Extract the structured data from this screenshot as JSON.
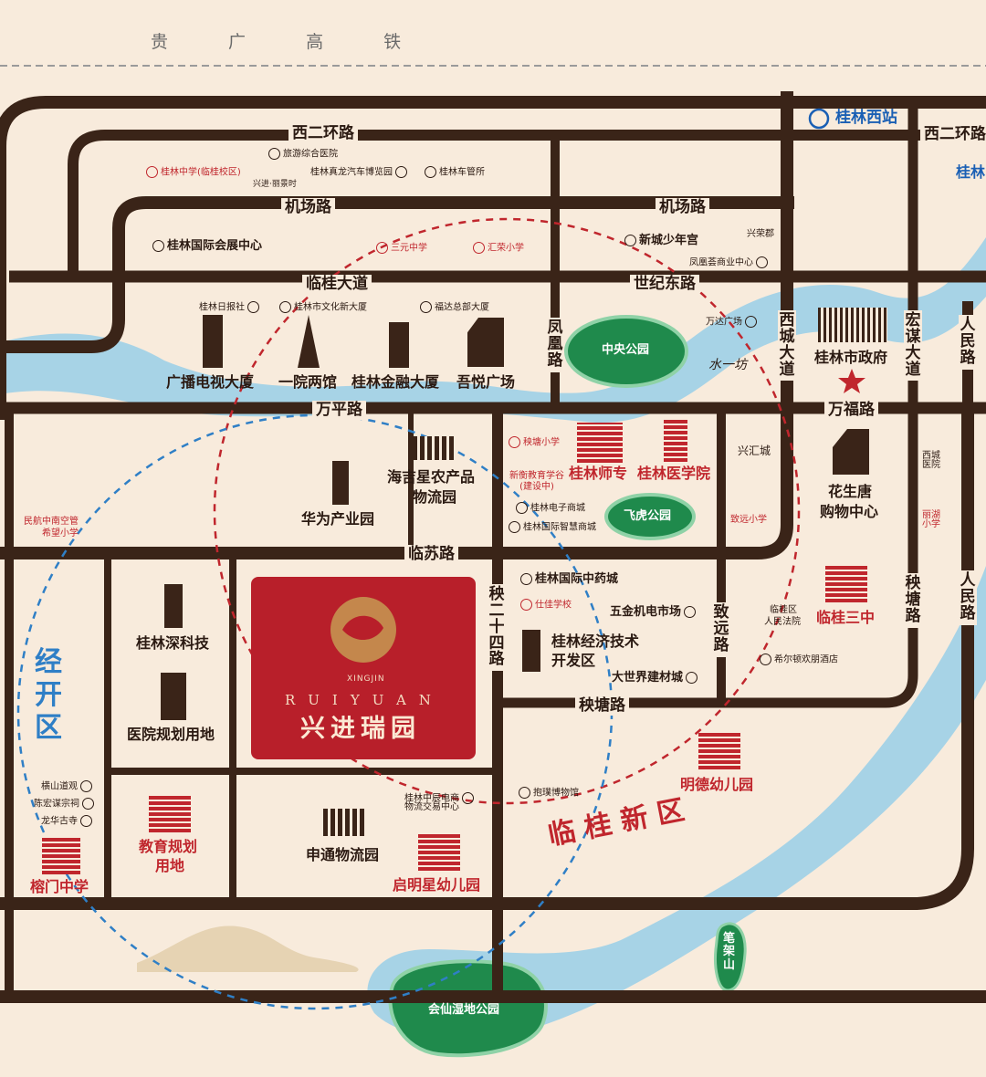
{
  "top_label": "贵 广 高 铁",
  "roads": {
    "xierhuan_left": "西二环路",
    "xierhuan_right": "西二环路",
    "jichang_left": "机场路",
    "jichang_right": "机场路",
    "lingui_dadao": "临桂大道",
    "shiji_dong": "世纪东路",
    "wanping": "万平路",
    "wanfu": "万福路",
    "linsu": "临苏路",
    "qiutang": "秧塘路",
    "fenghuang": "凤凰路",
    "xicheng": "西城大道",
    "hongmou": "宏谋大道",
    "renmin_top": "人民路",
    "renmin_bottom": "人民路",
    "qiutang_v": "秧塘路",
    "zhiyuan": "致远路",
    "qiuershisi": "秧二十四路"
  },
  "station": "桂林西站",
  "station_right": "桂林",
  "pois": {
    "lvyou_hospital": "旅游综合医院",
    "guilin_middle": "桂林中学(临桂校区)",
    "xingjin_lijing": "兴进·丽景时",
    "zhenlong": "桂林真龙汽车博览园",
    "chegaunsuo": "桂林车管所",
    "huizhan": "桂林国际会展中心",
    "sanyuan": "三元中学",
    "huirong": "汇荣小学",
    "xincheng_gong": "新城少年宫",
    "xingrongjun": "兴荣郡",
    "fenghuangjun": "凤凰荟商业中心",
    "ribao": "桂林日报社",
    "wenhua": "桂林市文化新大厦",
    "fuda": "福达总部大厦",
    "wanda": "万达广场",
    "guangbo": "广播电视大厦",
    "yiyuan": "一院两馆",
    "jinrong": "桂林金融大厦",
    "wuyue": "吾悦广场",
    "shuiyifang": "水一坊",
    "gov": "桂林市政府",
    "zhongyang_park": "中央公园",
    "qiutang_primary": "秧塘小学",
    "xinheng": "新衡教育学谷(建设中)",
    "shizhuan": "桂林师专",
    "yixueyuan": "桂林医学院",
    "xinghui": "兴汇城",
    "xicheng_hospital": "西城医院",
    "huasheng": "花生唐",
    "huasheng2": "购物中心",
    "lihu_primary": "丽湖小学",
    "haiji": "海吉星农产品",
    "haiji2": "物流园",
    "dianzi": "桂林电子商城",
    "zhihui": "桂林国际智慧商城",
    "feihu_park": "飞虎公园",
    "zhiyuan_primary": "致远小学",
    "huawei": "华为产业园",
    "minhang": "民航中南空管",
    "minhang2": "希望小学",
    "zhongyaocheng": "桂林国际中药城",
    "shixin": "仕佳学校",
    "wujin": "五金机电市场",
    "jingkai": "桂林经济技术",
    "jingkai2": "开发区",
    "dashijie": "大世界建材城",
    "lingui_court": "临桂区",
    "lingui_court2": "人民法院",
    "lingui_sanzhong": "临桂三中",
    "hilton": "希尔顿欢朋酒店",
    "shenkeji": "桂林深科技",
    "yiyuan_land": "医院规划用地",
    "jingkai_area": "经开区",
    "hengshan": "横山道观",
    "chenhongmou": "陈宏谋宗祠",
    "longhua": "龙华古寺",
    "rongmen": "榕门中学",
    "jiaoyu": "教育规划",
    "jiaoyu2": "用地",
    "shentong": "申通物流园",
    "qiming": "启明星幼儿园",
    "zhongchen": "桂林中辰电商",
    "zhongchen2": "物流交易中心",
    "paohuan": "抱璞博物馆",
    "mingde": "明德幼儿园",
    "lingui_xinqu": "临 桂 新 区",
    "bijia": "笔架山",
    "huixian_park": "会仙湿地公园"
  },
  "project": {
    "pinyin_small": "XINGJIN",
    "pinyin": "RUIYUAN",
    "name": "兴进瑞园"
  },
  "colors": {
    "road": "#3a2418",
    "background": "#f8ebdc",
    "river": "#a7d3e6",
    "park": "#1f8a4c",
    "accent_red": "#c0262d",
    "blue_circle": "#2f7fc6"
  }
}
